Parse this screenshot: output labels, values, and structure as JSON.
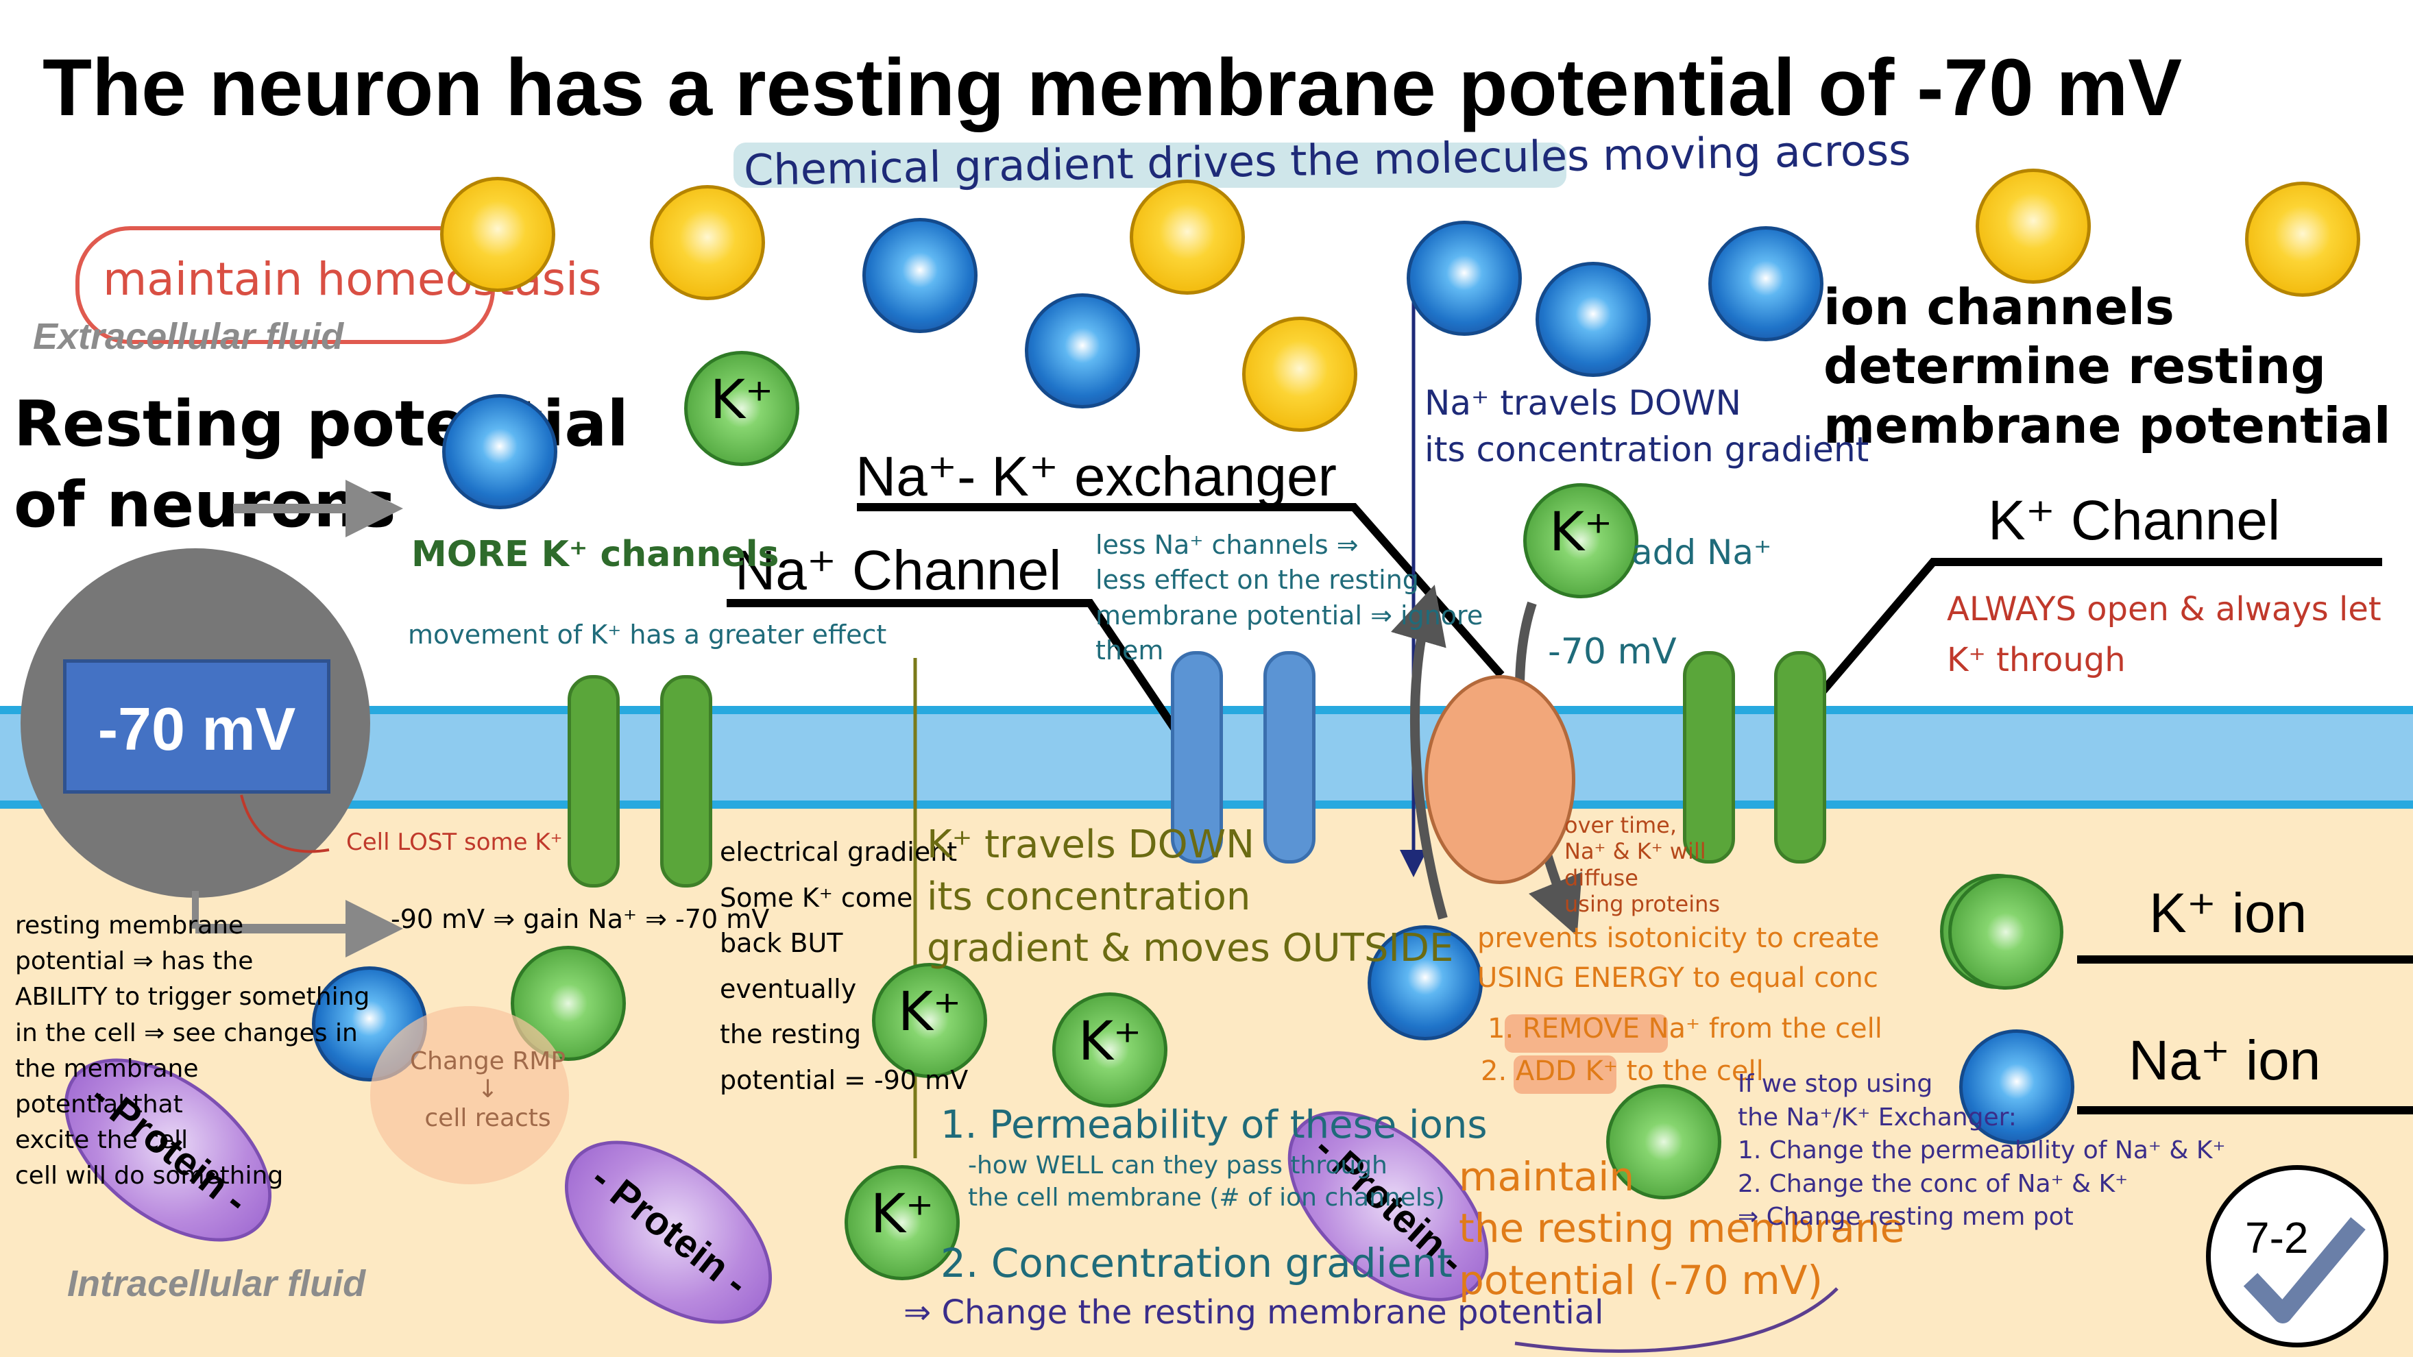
{
  "title": "The neuron has a resting membrane potential of -70 mV",
  "regions": {
    "extracellular": "Extracellular fluid",
    "intracellular": "Intracellular fluid"
  },
  "labels": {
    "exchanger": "Na⁺- K⁺ exchanger",
    "na_channel": "Na⁺ Channel",
    "k_channel": "K⁺ Channel",
    "k_ion": "K⁺ ion",
    "na_ion": "Na⁺ ion",
    "resting_value": "-70 mV",
    "protein": "- Protein -",
    "k_symbol": "K⁺",
    "badge": "7-2"
  },
  "notes": {
    "chemical_gradient": "Chemical gradient drives the molecules moving across",
    "maintain_homeostasis": "maintain homeostasis",
    "resting_potential_neurons": "Resting potential\nof neurons",
    "ion_channels_determine": "ion channels\ndetermine resting\nmembrane potential",
    "more_k_channels": "MORE K⁺ channels",
    "movement_of_k": "movement of K⁺ has a greater effect",
    "less_na_channels": "less Na⁺ channels ⇒\nless effect on the resting\nmembrane potential ⇒ ignore\nthem",
    "na_travels_down": "Na⁺ travels DOWN\nits concentration gradient",
    "add_na": "add Na⁺",
    "minus70": "-70 mV",
    "always_open": "ALWAYS open & always let\nK⁺ through",
    "cell_lost_k": "Cell LOST some K⁺",
    "minus90_gain": "-90 mV ⇒ gain Na⁺ ⇒ -70 mV",
    "resting_ability": "resting membrane\npotential ⇒ has the\nABILITY to trigger something\nin the cell ⇒ see changes in\nthe membrane\npotential that\nexcite the cell\ncell will do something",
    "change_rmp": "Change RMP\n↓\ncell reacts",
    "electrical_gradient": "electrical gradient\nSome K⁺ come\nback BUT\neventually\nthe resting\npotential = -90 mV",
    "k_travels_down": "K⁺ travels DOWN\nits concentration\ngradient & moves OUTSIDE",
    "permeability": "1. Permeability of these ions",
    "permeability_sub": "-how WELL can they pass through\nthe cell membrane (# of ion channels)",
    "concentration_gradient": "2. Concentration gradient",
    "change_resting": "⇒ Change the resting membrane potential",
    "over_time": "over time,\nNa⁺ & K⁺ will\ndiffuse\nusing proteins",
    "prevents_isotonicity": "prevents isotonicity to create\nUSING ENERGY to equal conc",
    "remove_na": "1. REMOVE Na⁺ from the cell",
    "add_k": "2. ADD K⁺ to the cell",
    "maintain_rmp": "maintain\nthe resting membrane\npotential (-70 mV)",
    "if_we_stop": "If we stop using\nthe Na⁺/K⁺ Exchanger:\n1. Change the permeability of Na⁺ & K⁺\n2. Change the conc of Na⁺ & K⁺\n⇒ Change resting mem pot"
  },
  "colors": {
    "extracellular": "#ffffff",
    "intracellular": "#fde9c3",
    "membrane": "#8ecbef",
    "membrane_edge": "#27a9df",
    "na_ion": "#1f74c9",
    "na_ion_yellow": "#f2b90b",
    "k_ion": "#4fa53d",
    "k_channel": "#5aa63a",
    "na_channel": "#5b94d4",
    "exchanger": "#f2a77a",
    "protein": "#b98ade",
    "neuron": "#777777",
    "resting_box": "#4472c4",
    "ink_green": "#2e6b2b",
    "ink_teal": "#1f6b7a",
    "ink_navy": "#1e2a78",
    "ink_red": "#c0392b",
    "ink_orange": "#e07b18",
    "ink_olive": "#6b6b12"
  }
}
